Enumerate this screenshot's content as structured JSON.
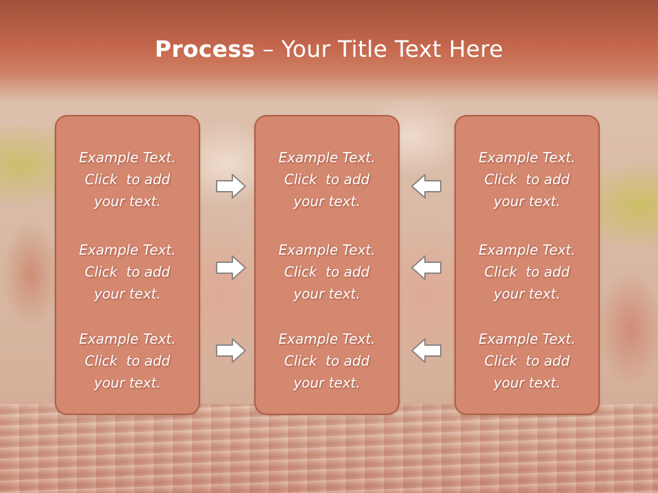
{
  "slide": {
    "title_bold": "Process",
    "title_rest": " – Your Title Text Here"
  },
  "columns": [
    {
      "items": [
        {
          "line1": "Example Text.",
          "line2": "Click  to add",
          "line3": "your text."
        },
        {
          "line1": "Example Text.",
          "line2": "Click  to add",
          "line3": "your text."
        },
        {
          "line1": "Example Text.",
          "line2": "Click  to add",
          "line3": "your text."
        }
      ]
    },
    {
      "items": [
        {
          "line1": "Example Text.",
          "line2": "Click  to add",
          "line3": "your text."
        },
        {
          "line1": "Example Text.",
          "line2": "Click  to add",
          "line3": "your text."
        },
        {
          "line1": "Example Text.",
          "line2": "Click  to add",
          "line3": "your text."
        }
      ]
    },
    {
      "items": [
        {
          "line1": "Example Text.",
          "line2": "Click  to add",
          "line3": "your text."
        },
        {
          "line1": "Example Text.",
          "line2": "Click  to add",
          "line3": "your text."
        },
        {
          "line1": "Example Text.",
          "line2": "Click  to add",
          "line3": "your text."
        }
      ]
    }
  ],
  "arrows": {
    "left_group": {
      "direction": "right",
      "icon": "arrow-right-icon"
    },
    "right_group": {
      "direction": "left",
      "icon": "arrow-left-icon"
    }
  },
  "colors": {
    "title_bar": "#c4674d",
    "box_fill": "#d48870",
    "box_border": "#b05c45",
    "text": "#ffffff",
    "arrow_fill": "#ffffff",
    "arrow_stroke": "#8a8480"
  }
}
